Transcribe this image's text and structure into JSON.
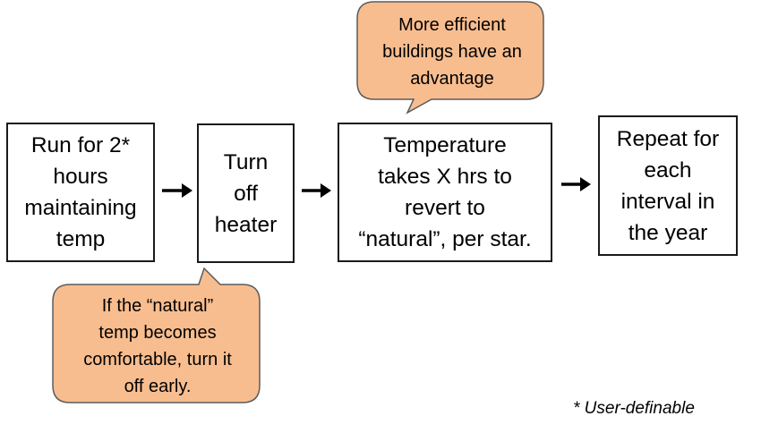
{
  "steps": [
    {
      "label": "Run for 2*\nhours\nmaintaining\ntemp"
    },
    {
      "label": "Turn\noff\nheater"
    },
    {
      "label": "Temperature\ntakes X hrs to\nrevert to\n“natural”, per star."
    },
    {
      "label": "Repeat for\neach\ninterval in\nthe year"
    }
  ],
  "callouts": {
    "top": {
      "text": "More efficient\nbuildings have an\nadvantage"
    },
    "bottom": {
      "text": "If the “natural”\ntemp becomes\ncomfortable, turn it\noff early."
    }
  },
  "footnote": "* User-definable",
  "colors": {
    "callout_fill": "#f8bd8f",
    "callout_stroke": "#5b5b5b",
    "box_border": "#1a1a1a",
    "arrow": "#000000"
  }
}
